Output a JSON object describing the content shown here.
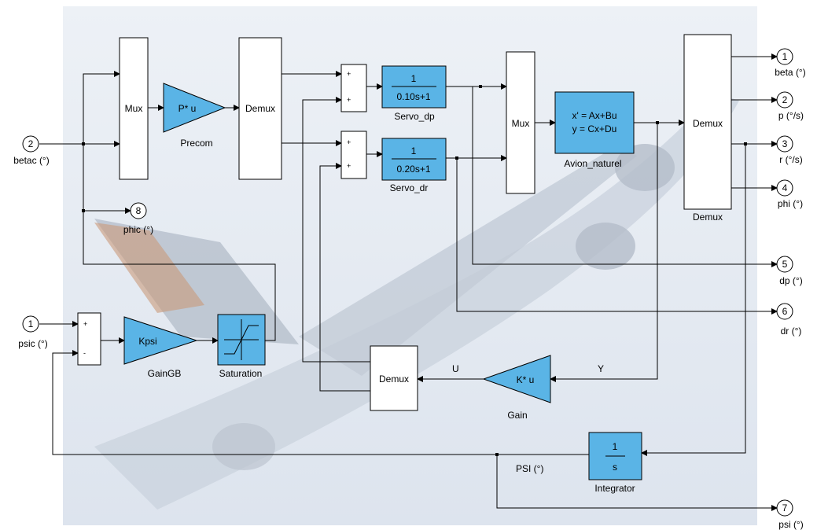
{
  "colors": {
    "block_fill": "#5ab4e6",
    "line": "#000000",
    "white_block": "#ffffff",
    "bg_sky": "#e9edf4"
  },
  "blocks": {
    "mux1": "Mux",
    "precom": {
      "text": "P* u",
      "name": "Precom"
    },
    "demux1": "Demux",
    "servo_dp": {
      "num": "1",
      "den": "0.10s+1",
      "name": "Servo_dp"
    },
    "servo_dr": {
      "num": "1",
      "den": "0.20s+1",
      "name": "Servo_dr"
    },
    "mux2": "Mux",
    "avion": {
      "line1": "x' = Ax+Bu",
      "line2": "y = Cx+Du",
      "name": "Avion_naturel"
    },
    "demux_main": {
      "text": "Demux",
      "name": "Demux"
    },
    "kpsi": {
      "text": "Kpsi",
      "name": "GainGB"
    },
    "saturation": {
      "name": "Saturation"
    },
    "demux_bottom": "Demux",
    "gain": {
      "text": "K* u",
      "name": "Gain"
    },
    "integrator": {
      "num": "1",
      "den": "s",
      "name": "Integrator"
    }
  },
  "sum_signs": {
    "s1": [
      "+",
      "+"
    ],
    "s2": [
      "+",
      "+"
    ],
    "s3": [
      "+",
      "-"
    ]
  },
  "inports": [
    {
      "num": "2",
      "label": "betac (°)"
    },
    {
      "num": "1",
      "label": "psic (°)"
    }
  ],
  "outports": [
    {
      "num": "1",
      "label": "beta (°)"
    },
    {
      "num": "2",
      "label": "p (°/s)"
    },
    {
      "num": "3",
      "label": "r (°/s)"
    },
    {
      "num": "4",
      "label": "phi (°)"
    },
    {
      "num": "5",
      "label": "dp (°)"
    },
    {
      "num": "6",
      "label": "dr (°)"
    },
    {
      "num": "7",
      "label": "psi (°)"
    },
    {
      "num": "8",
      "label": "phic (°)"
    }
  ],
  "signals": {
    "u": "U",
    "y": "Y",
    "psi": "PSI (°)"
  }
}
